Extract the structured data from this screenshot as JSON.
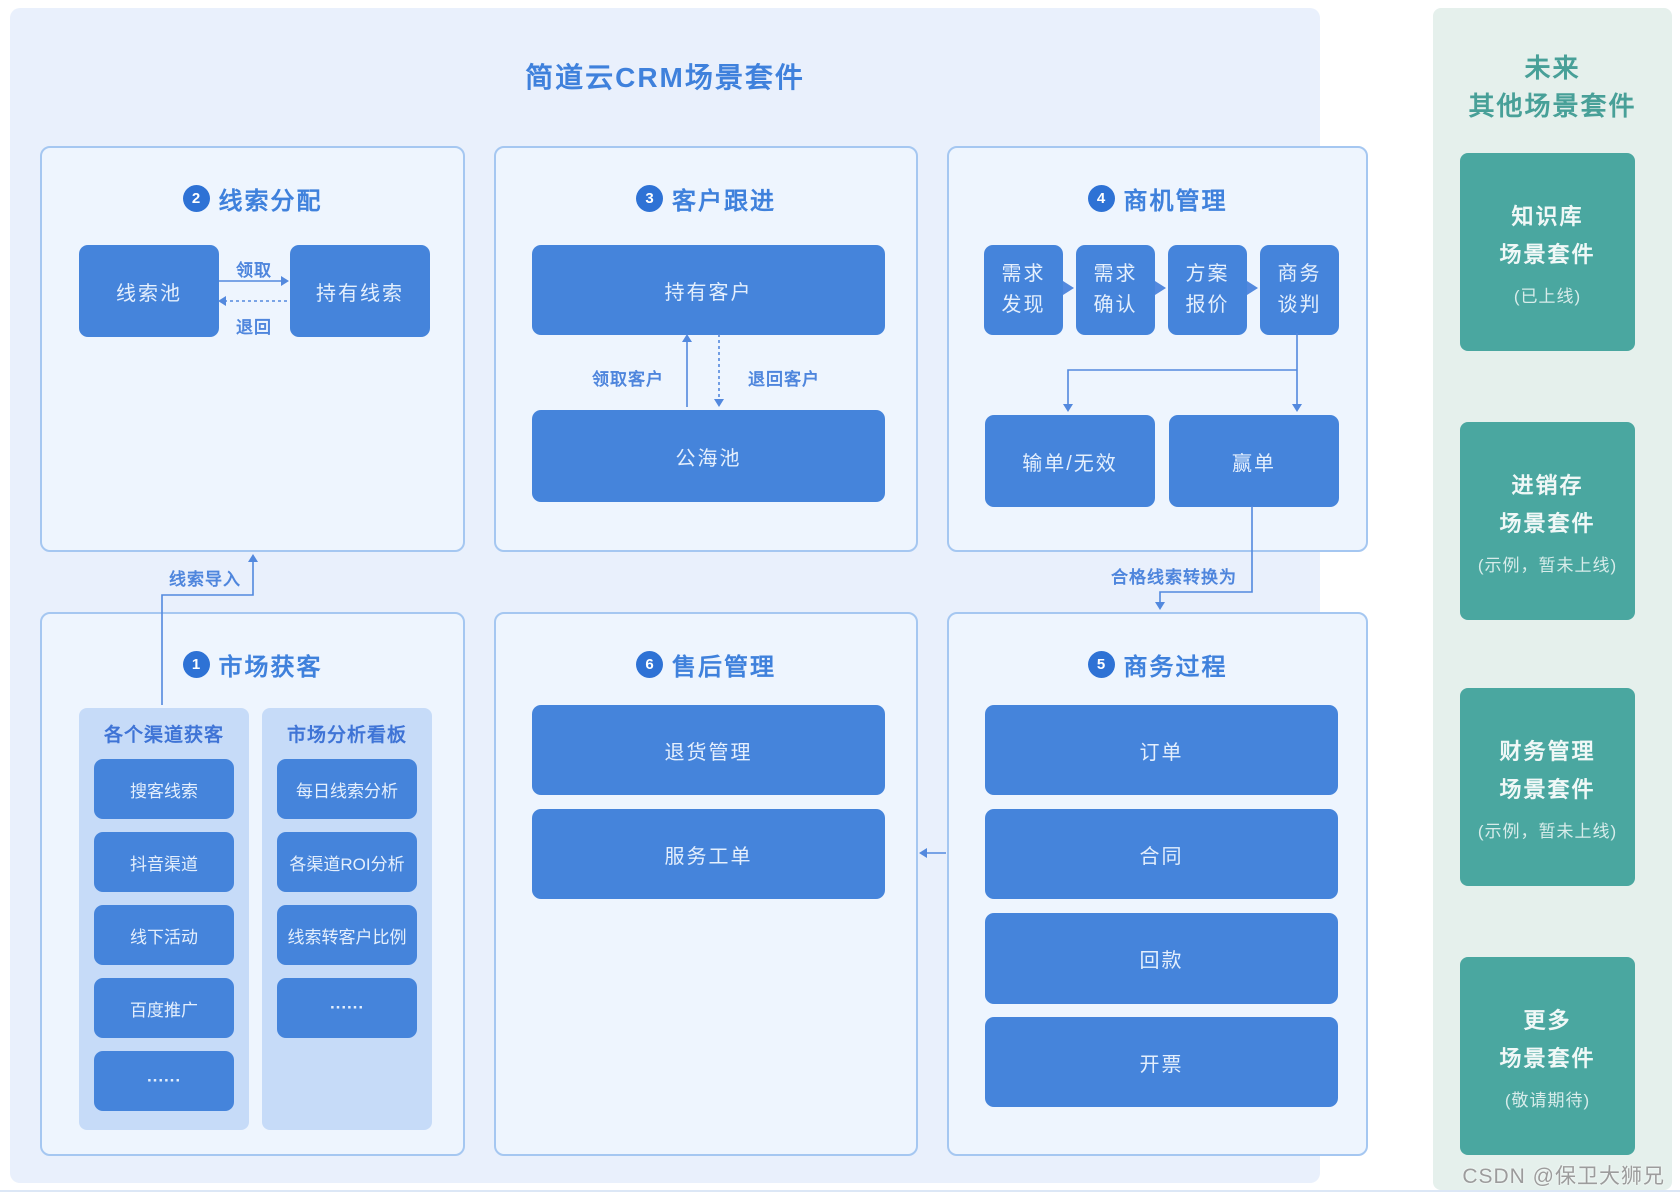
{
  "main_title": "简道云CRM场景套件",
  "market": {
    "num": "1",
    "title": "市场获客",
    "channels": {
      "label": "各个渠道获客",
      "items": [
        "搜客线索",
        "抖音渠道",
        "线下活动",
        "百度推广",
        "······"
      ]
    },
    "dashboard": {
      "label": "市场分析看板",
      "items": [
        "每日线索分析",
        "各渠道ROI分析",
        "线索转客户比例",
        "······"
      ]
    }
  },
  "leads": {
    "num": "2",
    "title": "线索分配",
    "pool": "线索池",
    "held": "持有线索",
    "take": "领取",
    "back": "退回"
  },
  "follow": {
    "num": "3",
    "title": "客户跟进",
    "held": "持有客户",
    "sea": "公海池",
    "take": "领取客户",
    "back": "退回客户"
  },
  "opportunity": {
    "num": "4",
    "title": "商机管理",
    "stages": [
      "需求发现",
      "需求确认",
      "方案报价",
      "商务谈判"
    ],
    "lost": "输单/无效",
    "won": "赢单"
  },
  "business": {
    "num": "5",
    "title": "商务过程",
    "boxes": [
      "订单",
      "合同",
      "回款",
      "开票"
    ]
  },
  "aftersale": {
    "num": "6",
    "title": "售后管理",
    "boxes": [
      "退货管理",
      "服务工单"
    ]
  },
  "flows": {
    "lead_import": "线索导入",
    "qualified_convert": "合格线索转换为"
  },
  "future": {
    "title1": "未来",
    "title2": "其他场景套件",
    "cards": [
      {
        "name": "知识库",
        "type": "场景套件",
        "status": "(已上线)"
      },
      {
        "name": "进销存",
        "type": "场景套件",
        "status": "(示例，暂未上线)"
      },
      {
        "name": "财务管理",
        "type": "场景套件",
        "status": "(示例，暂未上线)"
      },
      {
        "name": "更多",
        "type": "场景套件",
        "status": "(敬请期待)"
      }
    ]
  },
  "watermark": "CSDN @保卫大狮兄",
  "colors": {
    "accent_blue": "#4584db",
    "deep_blue": "#2e72d5",
    "title_blue": "#3f81dc",
    "line_blue": "#5389de",
    "subpanel_blue": "#c6dbf8",
    "panel_bg": "#e9f0fc",
    "section_bg": "#eef5fe",
    "section_border": "#a5c7f1",
    "future_bg": "#e5f0ec",
    "teal": "#4aa7a0",
    "teal_title": "#48a098"
  }
}
